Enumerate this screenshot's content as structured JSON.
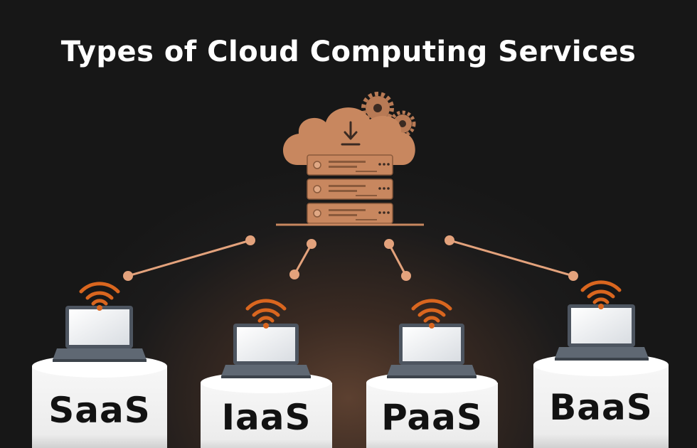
{
  "title": "Types of Cloud Computing Services",
  "services": [
    {
      "label": "SaaS"
    },
    {
      "label": "IaaS"
    },
    {
      "label": "PaaS"
    },
    {
      "label": "BaaS"
    }
  ],
  "colors": {
    "accent": "#c8875f",
    "wifi": "#d9661f",
    "connector": "#e3a27c",
    "background": "#1c1b1b",
    "pedestal": "#f2f2f2",
    "laptop_body": "#4d5560",
    "label_text": "#121212",
    "title_text": "#ffffff"
  },
  "icons": {
    "cloud": "cloud-download-icon",
    "gears": "gear-icon",
    "server": "server-stack-icon",
    "wifi": "wifi-icon",
    "laptop": "laptop-icon"
  }
}
